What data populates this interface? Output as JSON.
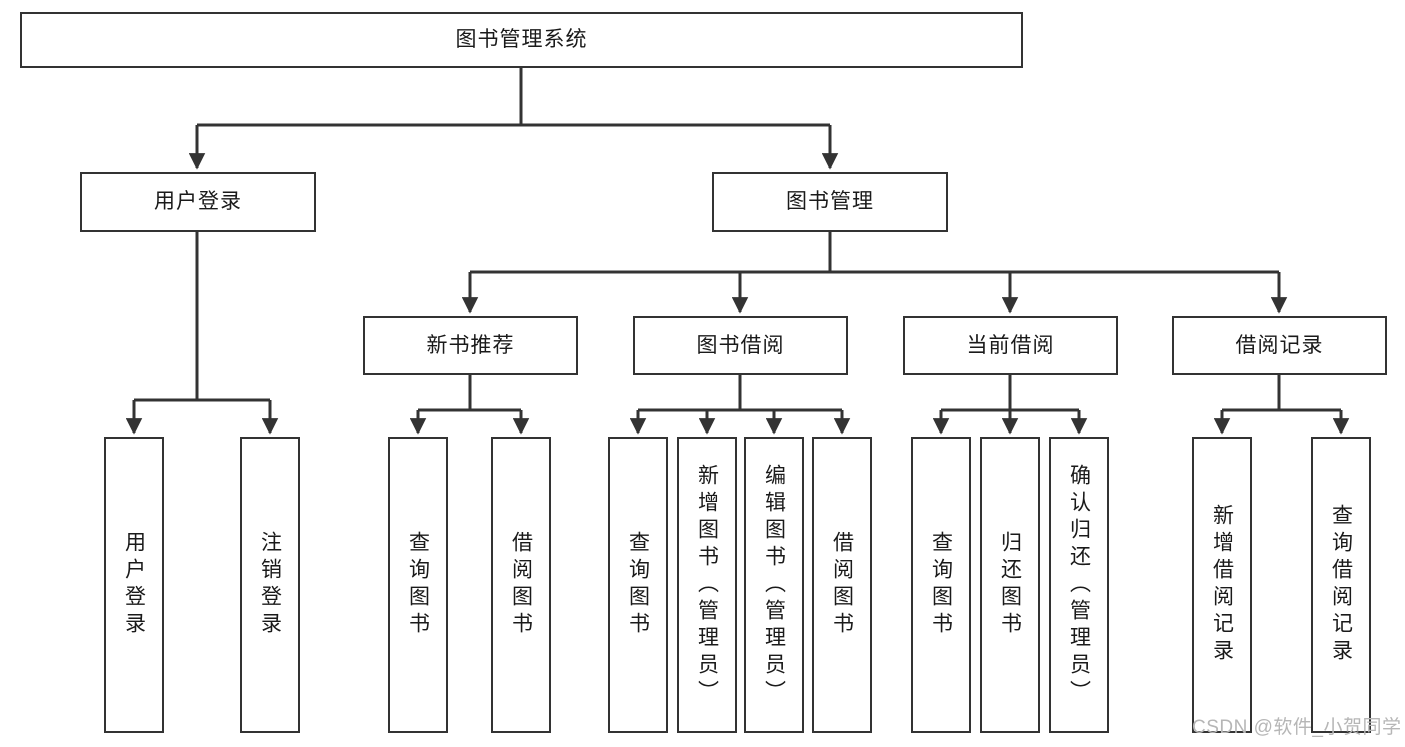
{
  "diagram": {
    "title": "图书管理系统",
    "type": "hierarchy-tree",
    "root": {
      "id": "root",
      "label": "图书管理系统"
    },
    "level2": [
      {
        "id": "user-login",
        "label": "用户登录"
      },
      {
        "id": "book-management",
        "label": "图书管理"
      }
    ],
    "level3": [
      {
        "id": "new-book-recommend",
        "label": "新书推荐"
      },
      {
        "id": "book-borrow",
        "label": "图书借阅"
      },
      {
        "id": "current-borrow",
        "label": "当前借阅"
      },
      {
        "id": "borrow-record",
        "label": "借阅记录"
      }
    ],
    "leaves": {
      "user-login": [
        {
          "id": "leaf-user-login",
          "label": "用户登录"
        },
        {
          "id": "leaf-logout",
          "label": "注销登录"
        }
      ],
      "new-book-recommend": [
        {
          "id": "leaf-query-book-1",
          "label": "查询图书"
        },
        {
          "id": "leaf-borrow-book-1",
          "label": "借阅图书"
        }
      ],
      "book-borrow": [
        {
          "id": "leaf-query-book-2",
          "label": "查询图书"
        },
        {
          "id": "leaf-add-book",
          "label": "新增图书（管理员）"
        },
        {
          "id": "leaf-edit-book",
          "label": "编辑图书（管理员）"
        },
        {
          "id": "leaf-borrow-book-2",
          "label": "借阅图书"
        }
      ],
      "current-borrow": [
        {
          "id": "leaf-query-book-3",
          "label": "查询图书"
        },
        {
          "id": "leaf-return-book",
          "label": "归还图书"
        },
        {
          "id": "leaf-confirm-return",
          "label": "确认归还（管理员）"
        }
      ],
      "borrow-record": [
        {
          "id": "leaf-add-record",
          "label": "新增借阅记录"
        },
        {
          "id": "leaf-query-record",
          "label": "查询借阅记录"
        }
      ]
    }
  },
  "watermark": {
    "text": "CSDN @软件_小贺同学"
  },
  "colors": {
    "stroke": "#333333",
    "box_fill": "#ffffff",
    "text": "#1a1a1a",
    "watermark": "#b6b6b6",
    "background": "#ffffff"
  }
}
